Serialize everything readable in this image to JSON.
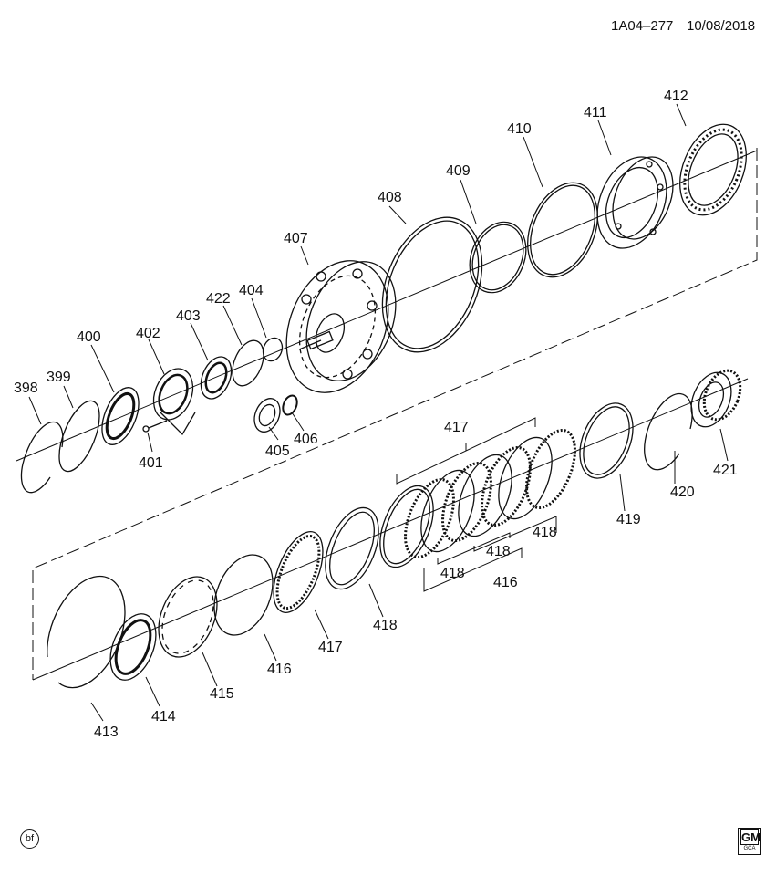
{
  "header": {
    "diagram_code": "1A04–277",
    "date": "10/08/2018"
  },
  "footer": {
    "badge": "bf",
    "logo_text": "GM",
    "logo_subtext": "GCA"
  },
  "callouts": {
    "c398": "398",
    "c399": "399",
    "c400": "400",
    "c401": "401",
    "c402": "402",
    "c403": "403",
    "c404": "404",
    "c405": "405",
    "c406": "406",
    "c407": "407",
    "c408": "408",
    "c409": "409",
    "c410": "410",
    "c411": "411",
    "c412": "412",
    "c413": "413",
    "c414": "414",
    "c415": "415",
    "c416a": "416",
    "c416b": "416",
    "c417a": "417",
    "c417b": "417",
    "c418a": "418",
    "c418b": "418",
    "c418c": "418",
    "c418d": "418",
    "c419": "419",
    "c420": "420",
    "c421": "421",
    "c422": "422"
  }
}
